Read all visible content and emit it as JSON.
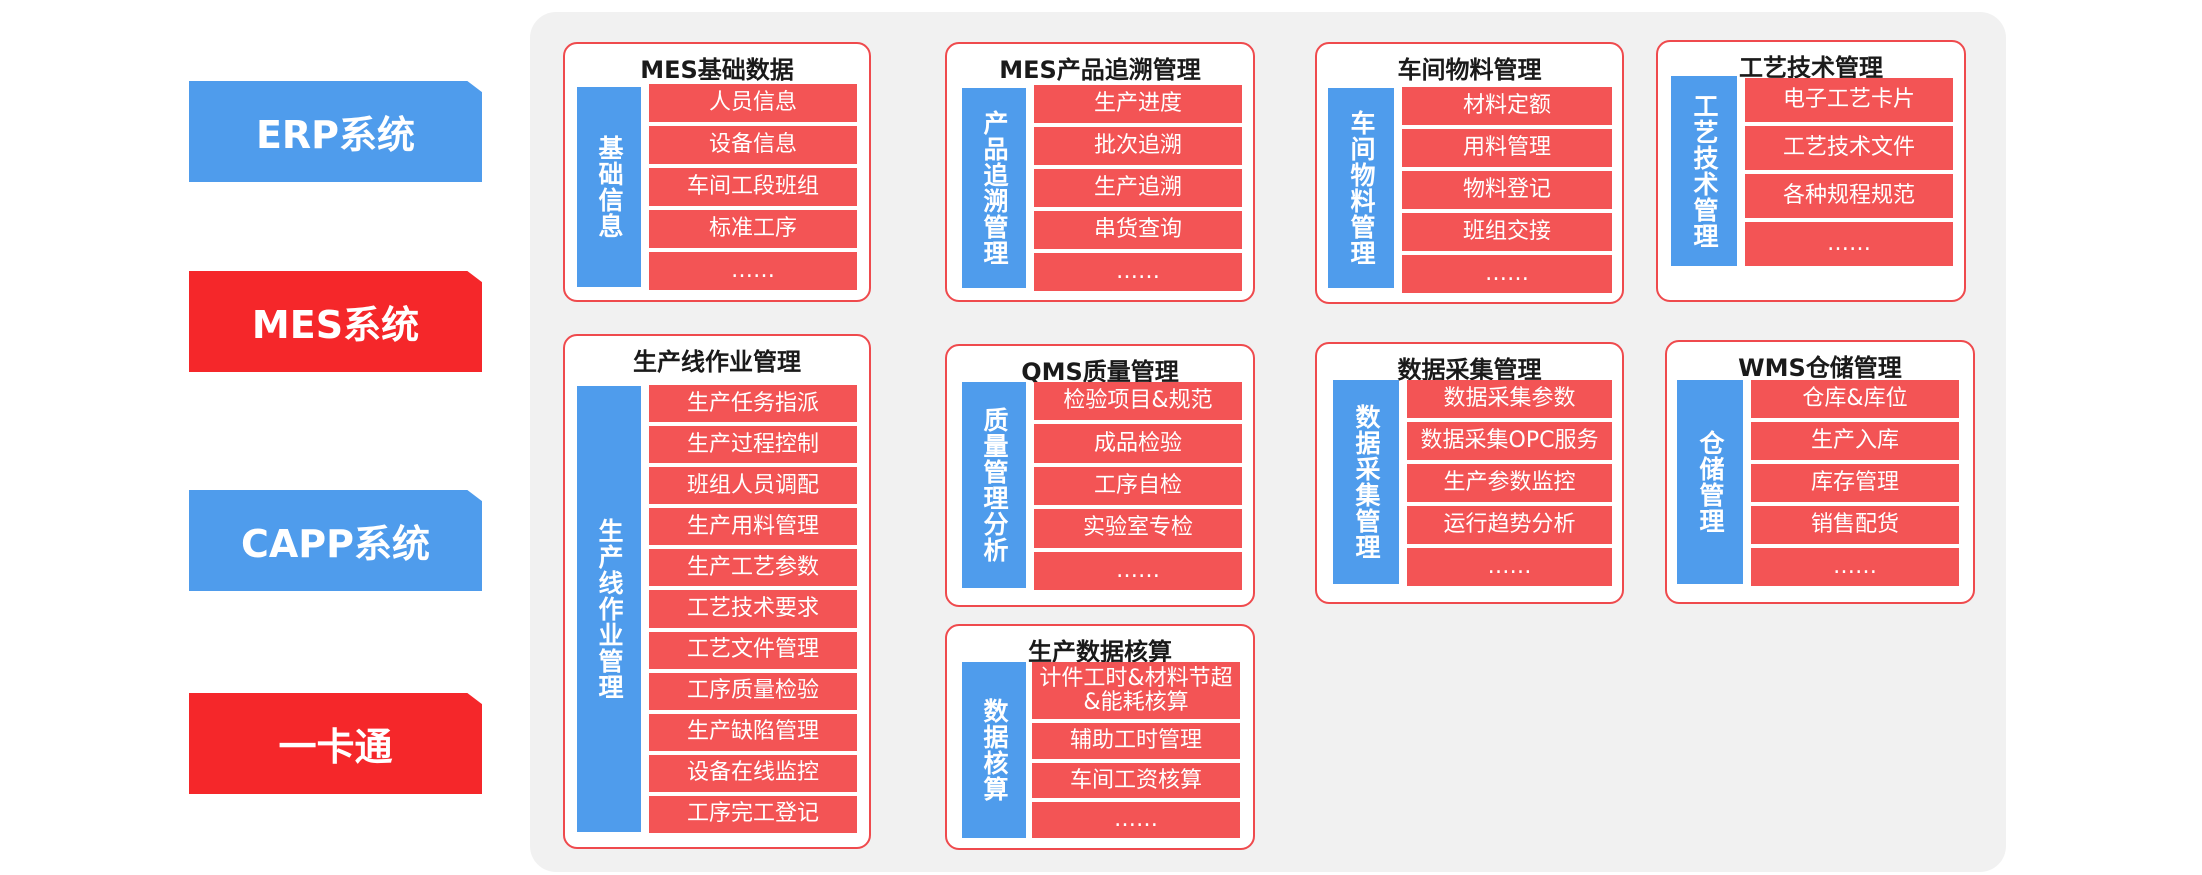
{
  "systems": [
    {
      "label": "ERP系统",
      "color": "#4f9cec"
    },
    {
      "label": "MES系统",
      "color": "#f5272a"
    },
    {
      "label": "CAPP系统",
      "color": "#4f9cec"
    },
    {
      "label": "一卡通",
      "color": "#f5272a"
    }
  ],
  "modules": [
    {
      "title": "MES基础数据",
      "side": "基础信息",
      "items": [
        "人员信息",
        "设备信息",
        "车间工段班组",
        "标准工序",
        "……"
      ]
    },
    {
      "title": "MES产品追溯管理",
      "side": "产品追溯管理",
      "items": [
        "生产进度",
        "批次追溯",
        "生产追溯",
        "串货查询",
        "……"
      ]
    },
    {
      "title": "车间物料管理",
      "side": "车间物料管理",
      "items": [
        "材料定额",
        "用料管理",
        "物料登记",
        "班组交接",
        "……"
      ]
    },
    {
      "title": "工艺技术管理",
      "side": "工艺技术管理",
      "items": [
        "电子工艺卡片",
        "工艺技术文件",
        "各种规程规范",
        "……"
      ]
    },
    {
      "title": "生产线作业管理",
      "side": "生产线作业管理",
      "items": [
        "生产任务指派",
        "生产过程控制",
        "班组人员调配",
        "生产用料管理",
        "生产工艺参数",
        "工艺技术要求",
        "工艺文件管理",
        "工序质量检验",
        "生产缺陷管理",
        "设备在线监控",
        "工序完工登记"
      ]
    },
    {
      "title": "QMS质量管理",
      "side": "质量管理分析",
      "items": [
        "检验项目&规范",
        "成品检验",
        "工序自检",
        "实验室专检",
        "……"
      ]
    },
    {
      "title": "数据采集管理",
      "side": "数据采集管理",
      "items": [
        "数据采集参数",
        "数据采集OPC服务",
        "生产参数监控",
        "运行趋势分析",
        "……"
      ]
    },
    {
      "title": "WMS仓储管理",
      "side": "仓储管理",
      "items": [
        "仓库&库位",
        "生产入库",
        "库存管理",
        "销售配货",
        "……"
      ]
    },
    {
      "title": "生产数据核算",
      "side": "数据核算",
      "items": [
        "计件工时&材料节超&能耗核算",
        "辅助工时管理",
        "车间工资核算",
        "……"
      ]
    }
  ]
}
